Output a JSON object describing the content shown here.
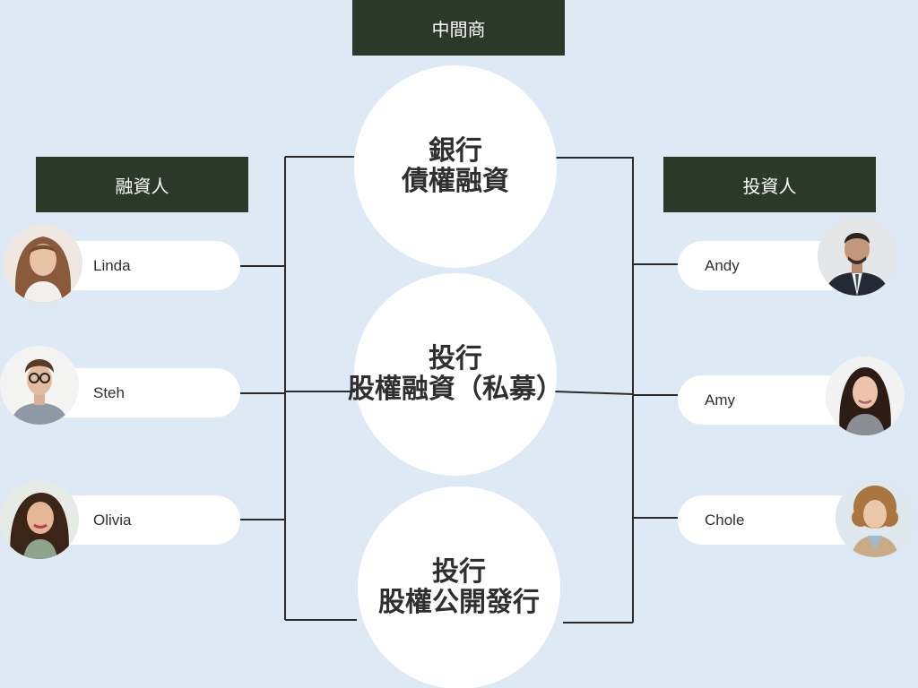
{
  "header": {
    "middleman_label": "中間商"
  },
  "financiers": {
    "label": "融資人",
    "people": [
      {
        "name": "Linda"
      },
      {
        "name": "Steh"
      },
      {
        "name": "Olivia"
      }
    ]
  },
  "investors": {
    "label": "投資人",
    "people": [
      {
        "name": "Andy"
      },
      {
        "name": "Amy"
      },
      {
        "name": "Chole"
      }
    ]
  },
  "channels": [
    {
      "line1": "銀行",
      "line2": "債權融資"
    },
    {
      "line1": "投行",
      "line2": "股權融資（私募）"
    },
    {
      "line1": "投行",
      "line2": "股權公開發行"
    }
  ],
  "colors": {
    "background": "#dde9f5",
    "header_box": "#2b3a28",
    "circle": "#ffffff",
    "connector": "#2a2a2a"
  }
}
